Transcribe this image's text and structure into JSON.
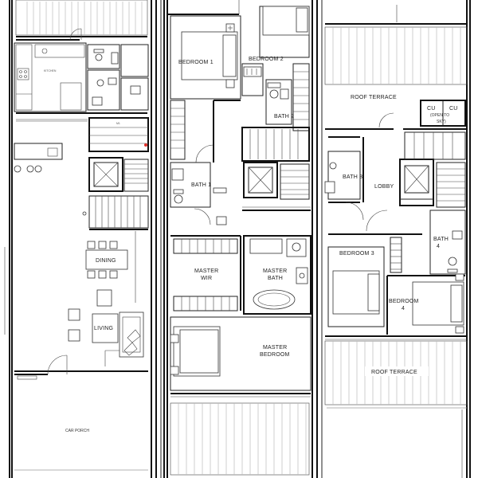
{
  "plans": {
    "ground": {
      "rooms": {
        "kitchen": "KITCHEN",
        "m1": "M1",
        "dining": "DINING",
        "living": "LIVING",
        "car_porch": "CAR PORCH"
      }
    },
    "second": {
      "rooms": {
        "bedroom1": "BEDROOM 1",
        "bedroom2": "BEDROOM 2",
        "bath2": "BATH 2",
        "bath1": "BATH 1",
        "master_wir_1": "MASTER",
        "master_wir_2": "WIR",
        "master_bath_1": "MASTER",
        "master_bath_2": "BATH",
        "master_bedroom_1": "MASTER",
        "master_bedroom_2": "BEDROOM"
      }
    },
    "attic": {
      "rooms": {
        "roof_terrace_top": "ROOF TERRACE",
        "cu": "CU",
        "cu_sky_1": "(OPEN TO",
        "cu_sky_2": "SKY)",
        "bath3": "BATH 3",
        "lobby": "LOBBY",
        "bath4": "BATH",
        "bath4_num": "4",
        "bedroom3": "BEDROOM 3",
        "bedroom4": "BEDROOM",
        "bedroom4_num": "4",
        "roof_terrace_bottom": "ROOF TERRACE"
      }
    }
  },
  "colors": {
    "wall": "#111111",
    "marker": "#e0302a"
  }
}
